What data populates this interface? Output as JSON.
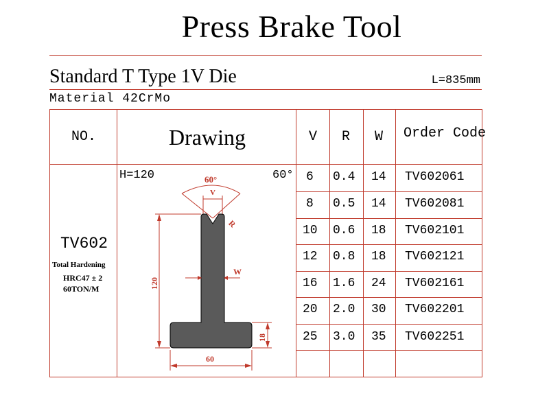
{
  "title": "Press Brake Tool",
  "subtitle": "Standard T Type 1V Die",
  "length": "L=835mm",
  "material": "Material  42CrMo",
  "headers": {
    "no": "NO.",
    "drawing": "Drawing",
    "v": "V",
    "r": "R",
    "w": "W",
    "code": "Order Code"
  },
  "model": "TV602",
  "notes": [
    "Total Hardening",
    "HRC47 ± 2",
    "60TON/M"
  ],
  "height_label": "H=120",
  "angle_label": "60°",
  "drawing_labels": {
    "top_angle": "60°",
    "v": "V",
    "r": "R",
    "w": "W",
    "height": "120",
    "base_height": "18",
    "base_width": "60"
  },
  "rows": [
    {
      "v": "6",
      "r": "0.4",
      "w": "14",
      "code": "TV602061"
    },
    {
      "v": "8",
      "r": "0.5",
      "w": "14",
      "code": "TV602081"
    },
    {
      "v": "10",
      "r": "0.6",
      "w": "18",
      "code": "TV602101"
    },
    {
      "v": "12",
      "r": "0.8",
      "w": "18",
      "code": "TV602121"
    },
    {
      "v": "16",
      "r": "1.6",
      "w": "24",
      "code": "TV602161"
    },
    {
      "v": "20",
      "r": "2.0",
      "w": "30",
      "code": "TV602201"
    },
    {
      "v": "25",
      "r": "3.0",
      "w": "35",
      "code": "TV602251"
    }
  ],
  "colors": {
    "rule": "#c0392b",
    "die_fill": "#5a5a5a"
  }
}
